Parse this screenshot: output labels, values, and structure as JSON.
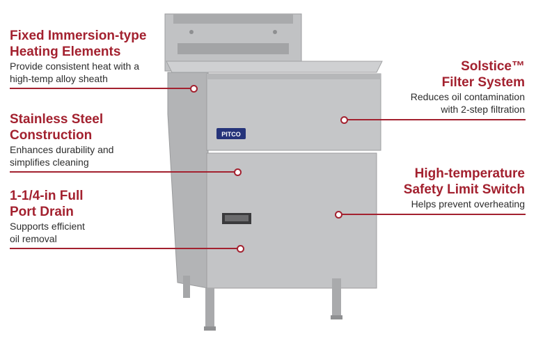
{
  "colors": {
    "accent": "#a3212f",
    "text": "#2c2c2c",
    "steel": "#b7b8ba"
  },
  "product": {
    "brand_badge": "PITCO"
  },
  "features": [
    {
      "title_line1": "Fixed Immersion-type",
      "title_line2": "Heating Elements",
      "desc_line1": "Provide consistent heat with a",
      "desc_line2": "high-temp alloy sheath"
    },
    {
      "title_line1": "Stainless Steel",
      "title_line2": "Construction",
      "desc_line1": "Enhances durability and",
      "desc_line2": "simplifies cleaning"
    },
    {
      "title_line1": "1-1/4-in Full",
      "title_line2": "Port Drain",
      "desc_line1": "Supports efficient",
      "desc_line2": "oil removal"
    },
    {
      "title_line1": "Solstice™",
      "title_line2": "Filter System",
      "desc_line1": "Reduces oil contamination",
      "desc_line2": "with 2-step filtration"
    },
    {
      "title_line1": "High-temperature",
      "title_line2": "Safety Limit Switch",
      "desc_line1": "Helps prevent overheating",
      "desc_line2": ""
    }
  ]
}
